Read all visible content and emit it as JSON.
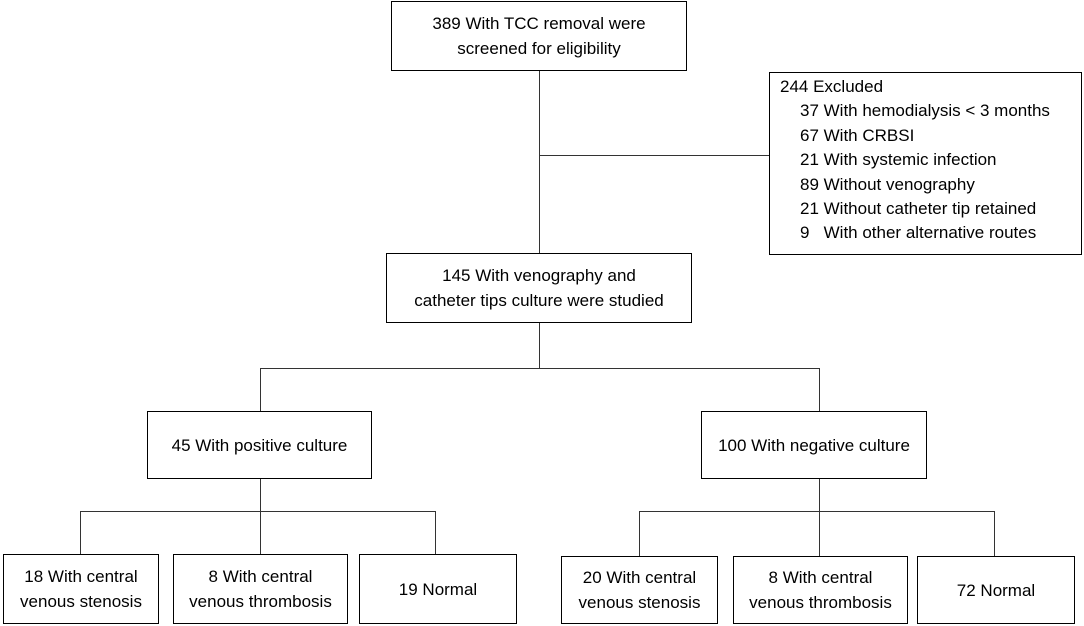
{
  "diagram": {
    "screen": {
      "line1": "389 With TCC removal  were",
      "line2": "screened for eligibility"
    },
    "excluded": {
      "header": "244 Excluded",
      "items": [
        "37 With hemodialysis < 3 months",
        "67 With CRBSI",
        "21 With systemic infection",
        "89 Without venography",
        "21 Without catheter tip retained",
        "9   With other alternative routes"
      ]
    },
    "studied": {
      "line1": "145 With venography and",
      "line2": "catheter tips culture were studied"
    },
    "positive": {
      "label": "45 With positive  culture"
    },
    "negative": {
      "label": "100 With negative culture"
    },
    "positive_outcomes": [
      {
        "line1": "18 With central",
        "line2": "venous stenosis"
      },
      {
        "line1": "8 With central",
        "line2": "venous thrombosis"
      },
      {
        "line1": "19 Normal",
        "line2": ""
      }
    ],
    "negative_outcomes": [
      {
        "line1": "20 With central",
        "line2": "venous stenosis"
      },
      {
        "line1": "8 With central",
        "line2": "venous thrombosis"
      },
      {
        "line1": "72 Normal",
        "line2": ""
      }
    ]
  }
}
